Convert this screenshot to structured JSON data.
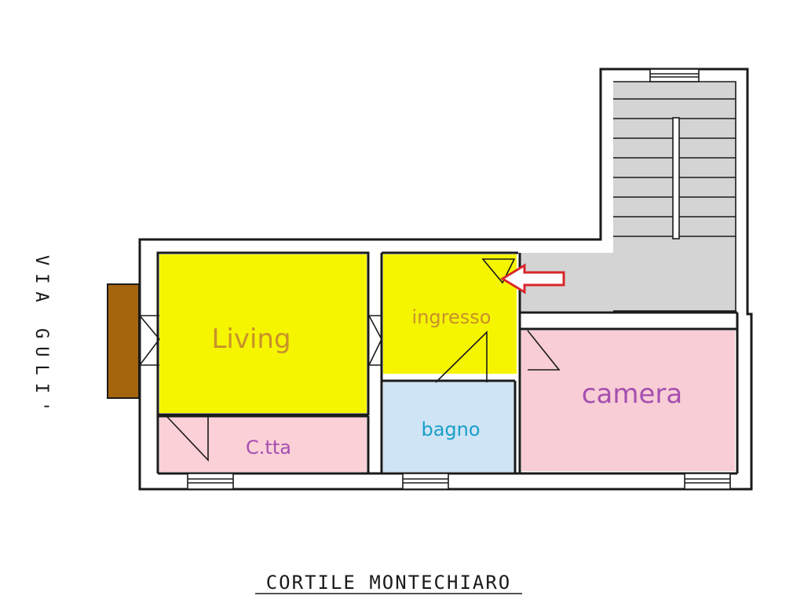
{
  "rooms": {
    "living": {
      "label": "Living",
      "color": "#f5f500",
      "text_color": "#c8912a"
    },
    "ingresso": {
      "label": "ingresso",
      "color": "#f5f500",
      "text_color": "#c8912a"
    },
    "cucinotta": {
      "label": "C.tta",
      "color": "#fbd0d7",
      "text_color": "#a54fb0"
    },
    "bagno": {
      "label": "bagno",
      "color": "#cfe4f4",
      "text_color": "#1a9fc9"
    },
    "camera": {
      "label": "camera",
      "color": "#f8cdd5",
      "text_color": "#a54fb0"
    },
    "stairs": {
      "color": "#d4d4d4"
    },
    "balcony": {
      "color": "#a5650d"
    }
  },
  "street_label": "VIA GULI'",
  "courtyard_label": "CORTILE MONTECHIARO",
  "entrance_arrow_color": "#d9262c"
}
